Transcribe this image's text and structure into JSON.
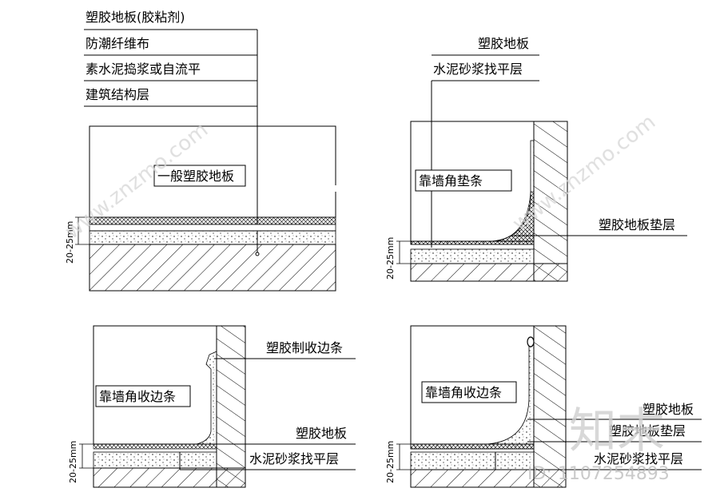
{
  "panel1": {
    "labels": [
      "塑胶地板(胶粘剂)",
      "防潮纤维布",
      "素水泥捣浆或自流平",
      "建筑结构层"
    ],
    "box_label": "一般塑胶地板",
    "dim": "20-25mm"
  },
  "panel2": {
    "label_top1": "塑胶地板",
    "label_top2": "水泥砂浆找平层",
    "box_label": "靠墙角垫条",
    "side_label": "塑胶地板垫层",
    "dim": "20-25mm"
  },
  "panel3": {
    "label_a": "塑胶制收边条",
    "box_label": "靠墙角收边条",
    "label_b": "塑胶地板",
    "label_c": "水泥砂浆找平层",
    "dim": "20-25mm"
  },
  "panel4": {
    "box_label": "靠墙角收边条",
    "label_a": "塑胶地板",
    "label_b": "塑胶地板垫层",
    "label_c": "水泥砂浆找平层",
    "dim": "20-25mm"
  },
  "watermark": {
    "site": "www.znzmo.com",
    "brand": "知末",
    "id": "ID: 1107254893"
  }
}
